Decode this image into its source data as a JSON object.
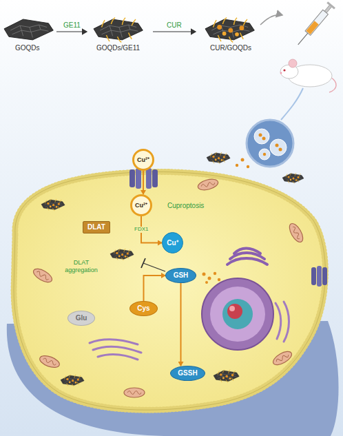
{
  "diagram": {
    "nodes": [
      {
        "text": [
          "Cu²⁺"
        ]
      },
      {
        "text": [
          "Cu²⁺"
        ]
      },
      {
        "text": [
          "DLAT"
        ]
      },
      {
        "text": [
          "Cu⁺"
        ]
      },
      {
        "text": [
          "GSH"
        ]
      },
      {
        "text": [
          "Glu"
        ]
      },
      {
        "text": [
          "Cys"
        ]
      },
      {
        "text": [
          "GSSH"
        ]
      }
    ],
    "edges": [
      {
        "from": 0,
        "to": 1,
        "arrow": "to"
      },
      {
        "from": 1,
        "to": 3,
        "label": "FDX1",
        "arrow": "to"
      },
      {
        "from": 6,
        "to": 4,
        "arrow": "to"
      },
      {
        "from": 4,
        "to": 7,
        "arrow": "to"
      }
    ],
    "labels": [
      "GOQDs",
      "GE11",
      "GOQDs/GE11",
      "CUR",
      "CUR/GOQDs",
      "Cuproptosis",
      "DLAT aggregation"
    ]
  }
}
